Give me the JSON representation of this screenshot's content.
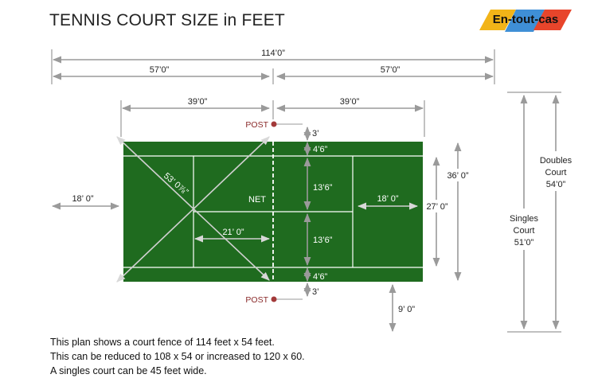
{
  "title": "TENNIS COURT SIZE in FEET",
  "logo": {
    "text": "En-tout-cas"
  },
  "colors": {
    "court": "#1f6b1f",
    "lines": "#ffffff",
    "dimension": "#9a9a9a",
    "post": "#a33a3a",
    "logo_yellow": "#f2b418",
    "logo_blue": "#3f8fd6",
    "logo_red": "#e8452b"
  },
  "labels": {
    "total_length": "114’0”",
    "half_left": "57’0”",
    "half_right": "57’0”",
    "court_half_left": "39’0”",
    "court_half_right": "39’0”",
    "post_top": "POST",
    "post_bottom": "POST",
    "gap_top": "3’",
    "gap_bottom": "3’",
    "alley_top": "4’6”",
    "alley_bottom": "4’6”",
    "service_box_top": "13’6”",
    "service_box_bottom": "13’6”",
    "service_line_length": "18’ 0”",
    "net": "NET",
    "service_distance": "21’ 0”",
    "diagonal": "53’ 0⅞”",
    "runback": "18’ 0”",
    "doubles_width": "36’ 0”",
    "singles_width": "27’ 0”",
    "side_runoff": "9’ 0”",
    "singles_court": [
      "Singles",
      "Court",
      "51’0”"
    ],
    "doubles_court": [
      "Doubles",
      "Court",
      "54’0”"
    ]
  },
  "notes": [
    "This plan shows a court fence of 114  feet x 54 feet.",
    "This can be reduced to 108 x 54 or increased to 120 x 60.",
    "A singles court can be 45 feet wide."
  ]
}
